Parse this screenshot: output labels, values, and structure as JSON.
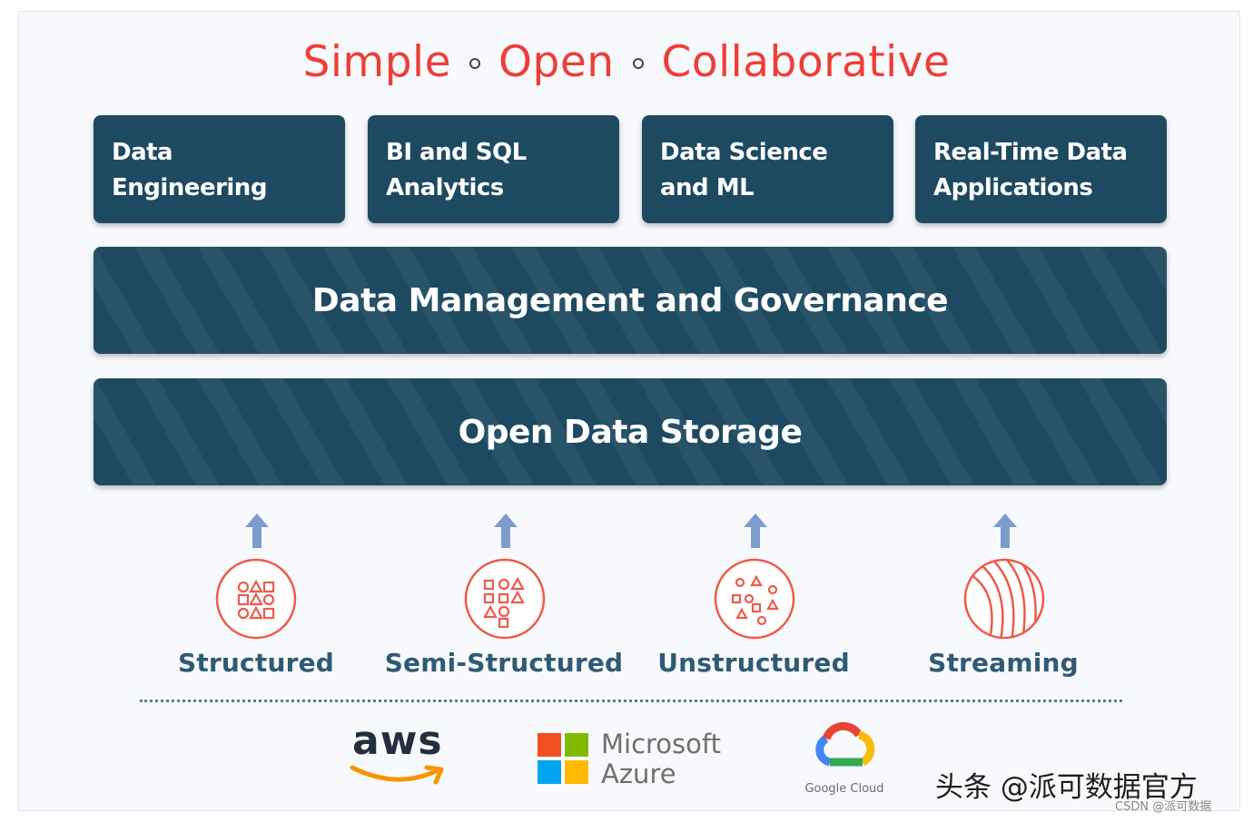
{
  "title": {
    "words": [
      "Simple",
      "Open",
      "Collaborative"
    ]
  },
  "workloads": [
    {
      "line1": "Data",
      "line2": "Engineering"
    },
    {
      "line1": "BI and SQL",
      "line2": "Analytics"
    },
    {
      "line1": "Data Science",
      "line2": "and ML"
    },
    {
      "line1": "Real-Time Data",
      "line2": "Applications"
    }
  ],
  "layers": {
    "governance": "Data Management and Governance",
    "storage": "Open Data Storage"
  },
  "sources": [
    {
      "label": "Structured",
      "icon": "structured-data-icon"
    },
    {
      "label": "Semi-Structured",
      "icon": "semi-structured-data-icon"
    },
    {
      "label": "Unstructured",
      "icon": "unstructured-data-icon"
    },
    {
      "label": "Streaming",
      "icon": "streaming-data-icon"
    }
  ],
  "clouds": {
    "aws": "aws",
    "azure_line1": "Microsoft",
    "azure_line2": "Azure",
    "google": "Google Cloud"
  },
  "watermark": {
    "main": "头条 @派可数据官方",
    "small": "CSDN @派可数据"
  },
  "colors": {
    "accent": "#ee3e37",
    "box": "#1e4a61",
    "label": "#2e5b74",
    "arrow": "#7d9ccc"
  }
}
